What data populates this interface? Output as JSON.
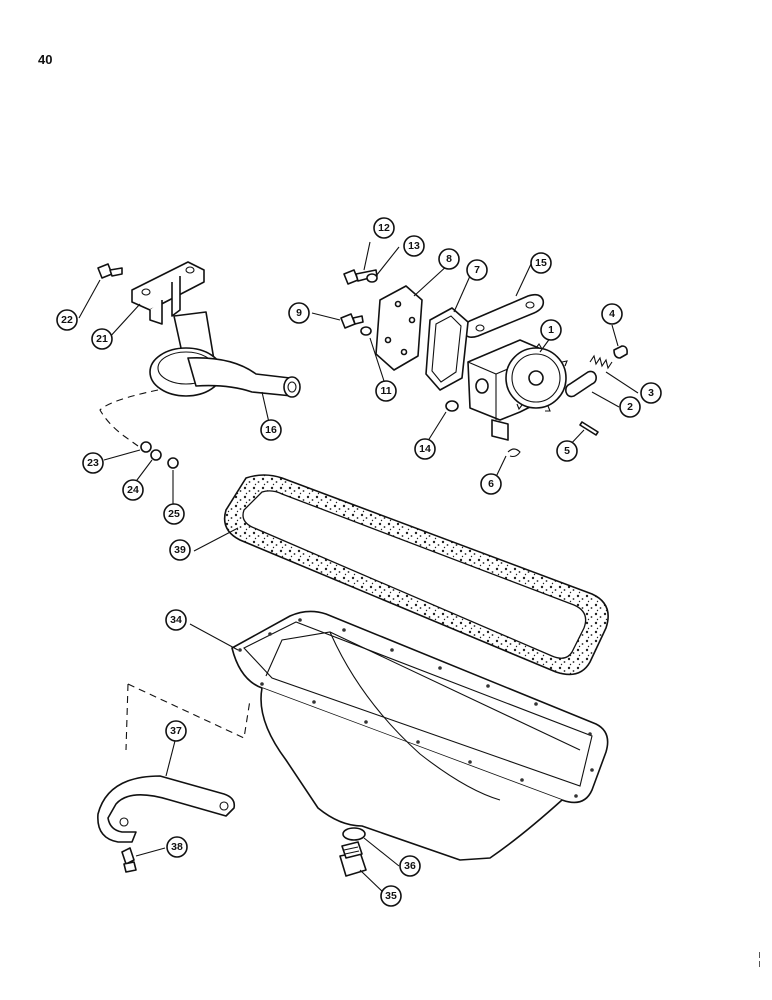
{
  "page": {
    "number": "40"
  },
  "callouts": [
    "1",
    "2",
    "3",
    "4",
    "5",
    "6",
    "7",
    "8",
    "9",
    "11",
    "12",
    "13",
    "14",
    "15",
    "16",
    "21",
    "22",
    "23",
    "24",
    "25",
    "34",
    "35",
    "36",
    "37",
    "38",
    "39"
  ],
  "colors": {
    "ink": "#111111",
    "paper": "#ffffff",
    "gasket_texture": "#333333"
  }
}
